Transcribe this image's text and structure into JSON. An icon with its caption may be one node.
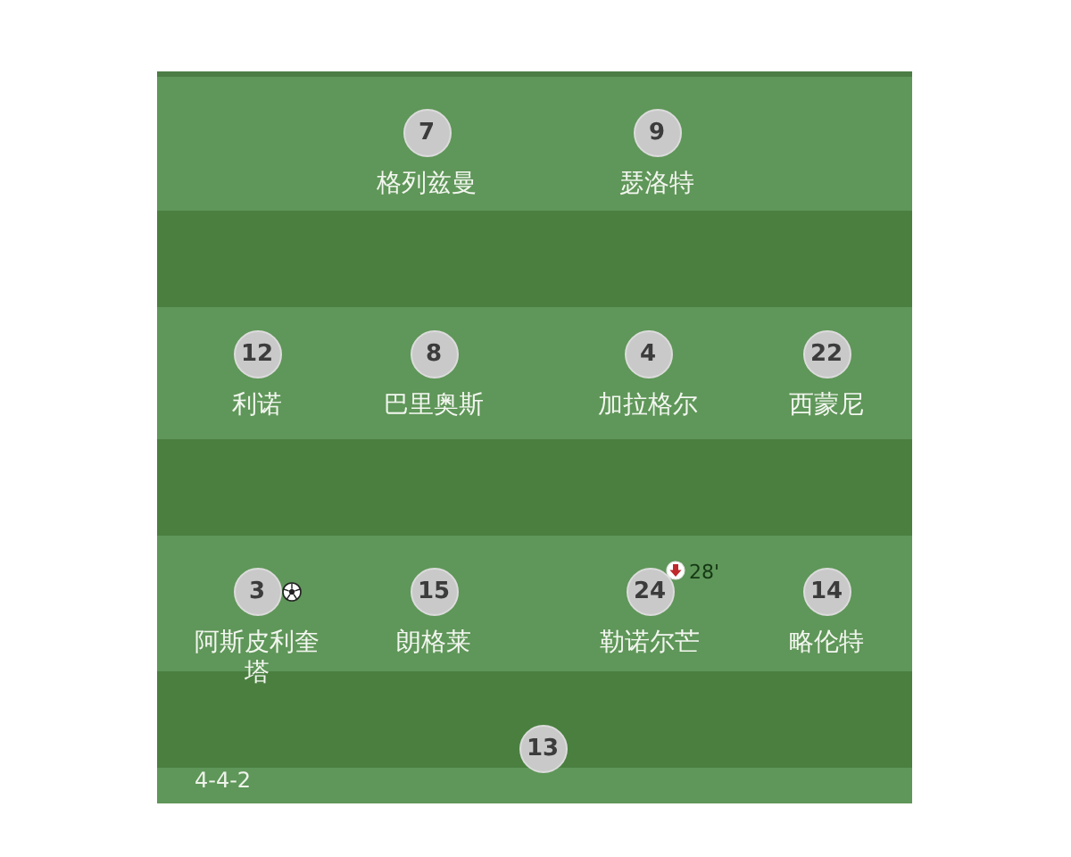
{
  "diagram": {
    "nodes": [
      {
        "text": [
          "7",
          "格列兹曼"
        ]
      },
      {
        "text": [
          "9",
          "瑟洛特"
        ]
      },
      {
        "text": [
          "12",
          "利诺"
        ]
      },
      {
        "text": [
          "8",
          "巴里奥斯"
        ]
      },
      {
        "text": [
          "4",
          "加拉格尔"
        ]
      },
      {
        "text": [
          "22",
          "西蒙尼"
        ]
      },
      {
        "text": [
          "3",
          "阿斯皮利奎塔"
        ]
      },
      {
        "text": [
          "15",
          "朗格莱"
        ]
      },
      {
        "text": [
          "24",
          "勒诺尔芒"
        ],
        "beside": [
          "28'"
        ]
      },
      {
        "text": [
          "14",
          "略伦特"
        ]
      },
      {
        "text": [
          "13"
        ]
      }
    ],
    "labels": [
      "4-4-2"
    ]
  }
}
